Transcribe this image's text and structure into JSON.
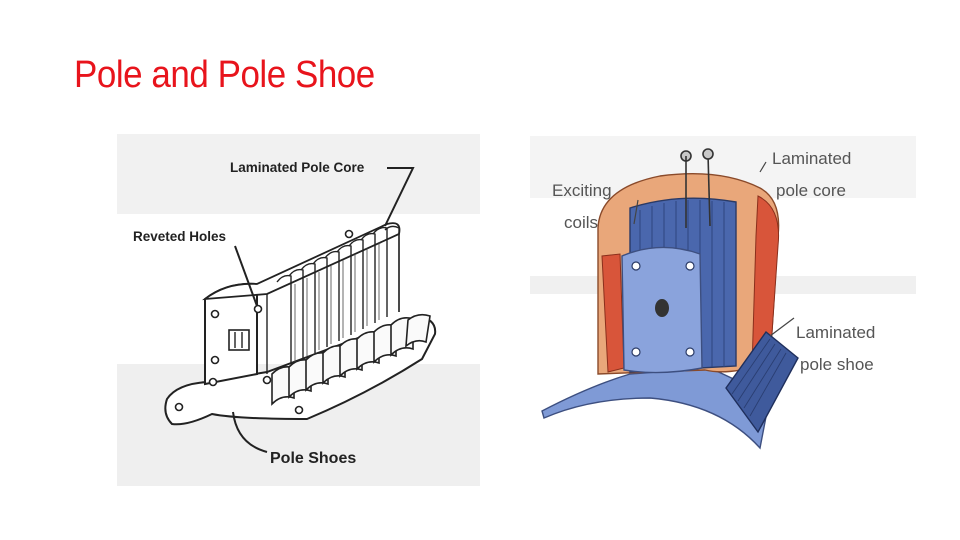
{
  "slide": {
    "title": "Pole and Pole Shoe",
    "title_color": "#e8141c"
  },
  "left_diagram": {
    "labels": {
      "pole_core": "Laminated Pole Core",
      "holes": "Reveted Holes",
      "shoes": "Pole Shoes"
    }
  },
  "right_diagram": {
    "labels": {
      "coils_line1": "Exciting",
      "coils_line2": "coils",
      "core_line1": "Laminated",
      "core_line2": "pole core",
      "shoe_line1": "Laminated",
      "shoe_line2": "pole shoe"
    },
    "colors": {
      "pole_core_blue": "#6c8fd0",
      "pole_face_blue": "#7f9ad6",
      "coil_orange": "#e9a77a",
      "coil_red": "#d8553a",
      "shoe_dark_blue": "#3f5a9c"
    }
  }
}
